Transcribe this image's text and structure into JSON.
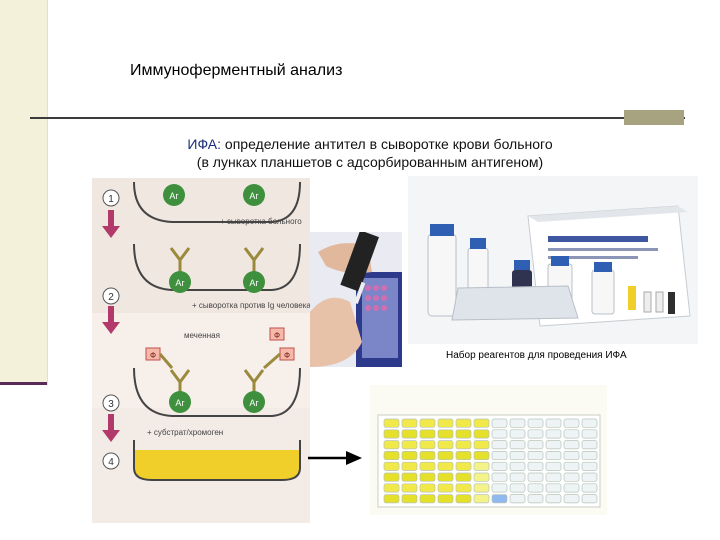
{
  "slide": {
    "title": "Иммуноферментный анализ",
    "subtitle_prefix": "ИФА:",
    "subtitle_line1": " определение антител в сыворотке крови больного",
    "subtitle_line2": "(в лунках планшетов с адсорбированным антигеном)",
    "kit_caption": "Набор реагентов для проведения ИФА"
  },
  "diagram": {
    "steps": [
      "1",
      "2",
      "3",
      "4"
    ],
    "antigen_label": "Аг",
    "enzyme_label": "Ф",
    "step1_text": "+ сыворотка больного",
    "step2_text": "+ сыворотка против Ig человека",
    "labeled_text": "меченная",
    "step3_text": "+ субстрат/хромоген"
  },
  "colors": {
    "sidebar": "#f3f1d9",
    "sidebar_accent": "#5a2b56",
    "accent_bar": "#a7a27f",
    "arrow": "#b23a6b",
    "antigen": "#3e8f3e",
    "yellow_substrate": "#f0cf2a"
  }
}
